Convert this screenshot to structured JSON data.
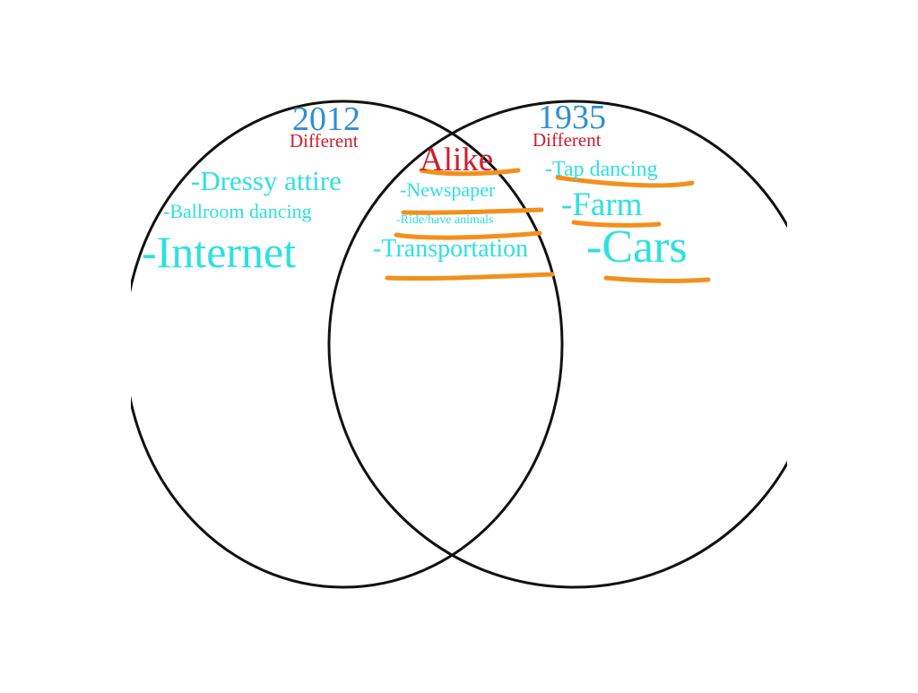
{
  "colors": {
    "year": "#2e8fd3",
    "heading": "#d01d2c",
    "item": "#2ee0e0",
    "circle": "#111111",
    "underline": "#f2901c",
    "background": "#ffffff"
  },
  "left_circle": {
    "year": "2012",
    "heading": "Different",
    "items": [
      "-Dressy attire",
      "-Ballroom dancing",
      "-Internet"
    ]
  },
  "overlap": {
    "heading": "Alike",
    "items": [
      "-Newspaper",
      "-Ride/have animals",
      "-Transportation"
    ]
  },
  "right_circle": {
    "year": "1935",
    "heading": "Different",
    "items": [
      "-Tap dancing",
      "-Farm",
      "-Cars"
    ]
  }
}
